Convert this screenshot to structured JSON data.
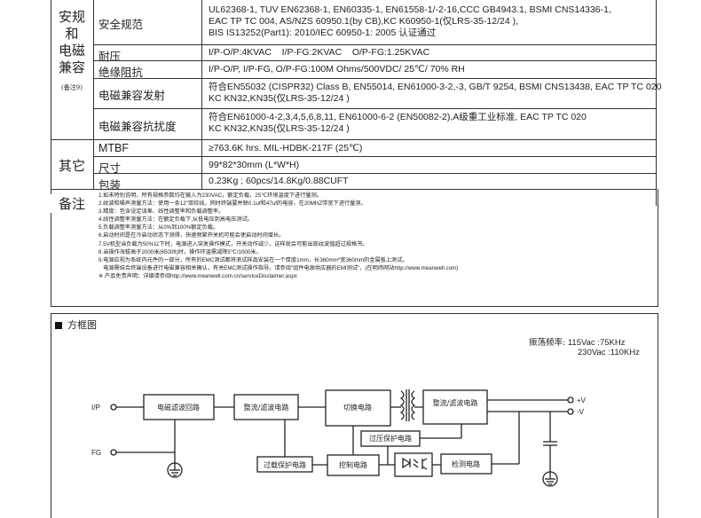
{
  "safety_emc": {
    "group": [
      "安规",
      "和",
      "电磁",
      "兼容"
    ],
    "group_note": "(备注9)",
    "rows": [
      {
        "label": "安全规范",
        "lines": [
          "UL62368-1, TUV EN62368-1, EN60335-1, EN61558-1/-2-16,CCC GB4943.1, BSMI CNS14336-1,",
          "EAC TP TC 004, AS/NZS 60950.1(by CB),KC K60950-1(仅LRS-35-12/24 ),",
          "BIS IS13252(Part1): 2010/IEC 60950-1: 2005 认证通过"
        ]
      },
      {
        "label": "耐压",
        "lines": [
          "I/P-O/P:4KVAC    I/P-FG:2KVAC    O/P-FG:1.25KVAC"
        ]
      },
      {
        "label": "绝缘阻抗",
        "lines": [
          "I/P-O/P, I/P-FG, O/P-FG:100M Ohms/500VDC/ 25℃/ 70% RH"
        ]
      },
      {
        "label": "电磁兼容发射",
        "lines": [
          "符合EN55032 (CISPR32) Class B, EN55014, EN61000-3-2,-3, GB/T 9254, BSMI CNS13438, EAC TP TC 020",
          "KC KN32,KN35(仅LRS-35-12/24 )"
        ]
      },
      {
        "label": "电磁兼容抗扰度",
        "lines": [
          "符合EN61000-4-2,3,4,5,6,8,11, EN61000-6-2 (EN50082-2),A级重工业标准, EAC TP TC 020",
          "KC KN32,KN35(仅LRS-35-12/24 )"
        ]
      }
    ]
  },
  "others": {
    "group": "其它",
    "rows": [
      {
        "label": "MTBF",
        "value": "≥763.6K hrs.  MIL-HDBK-217F (25℃)"
      },
      {
        "label": "尺寸",
        "value": "99*82*30mm (L*W*H)"
      },
      {
        "label": "包装",
        "value": "0.23Kg ; 60pcs/14.8Kg/0.88CUFT"
      }
    ]
  },
  "remarks": {
    "label": "备注",
    "lines": [
      "1.如未特别说明，所有规格参数均在输入为230VAC，额定负载，25℃环境温度下进行量测。",
      "2.纹波和噪声测量方法：使用一条12\"双绞线，同时终端要并联0.1uf和47uf的电容，在20MHZ带宽下进行量测。",
      "3.精度：包含设定误差、线性调整率和负载调整率。",
      "4.线性调整率测量方法：在额定负载下,从低电压到高电压测试。",
      "5.负载调整率测量方法：从0%到100%额定负载。",
      "6.启动时间是在冷启动状态下测得，快速频繁开关机可能会使启动时间增长。",
      "7.5V机型当负载为50%以下时，电源进入突发操作模式，开关动作减少，这样就会可能出现纹波值超过规格书。",
      "8.当操作海拔高于2000米(6500ft)时，操作环温需减降5℃/1000米。",
      "9.电源应视为系统内元件的一部分，所有的EMC测试都将测试样品安装在一个厚度1mm，长360mm*宽360mm的金属板上测试。",
      "   电源需结合终端设备进行电磁兼容相关确认，有关EMC测试操作指导，请参阅\"组件电源供应器的EMI测试\"，(在明纬网站http://www.meanwell.com)",
      "※ 产品免责声明：详细请参阅http://www.meanwell.com.cn/serviceDisclaimer.aspx"
    ]
  },
  "block_diagram": {
    "title": "方框图",
    "freq_label": "振荡频率:",
    "freq_lines": [
      "115Vac :75KHz",
      "230Vac :110KHz"
    ],
    "blocks": {
      "emi": "电磁滤波回路",
      "rect1": "整流/滤波电路",
      "switch": "切换电路",
      "rect2": "整流/滤波电路",
      "ovp": "过压保护电路",
      "olp": "过载保护电路",
      "control": "控制电路",
      "detect": "检测电路"
    },
    "terminals": {
      "ip": "I/P",
      "fg": "FG",
      "vplus": "+V",
      "vminus": "-V"
    }
  }
}
